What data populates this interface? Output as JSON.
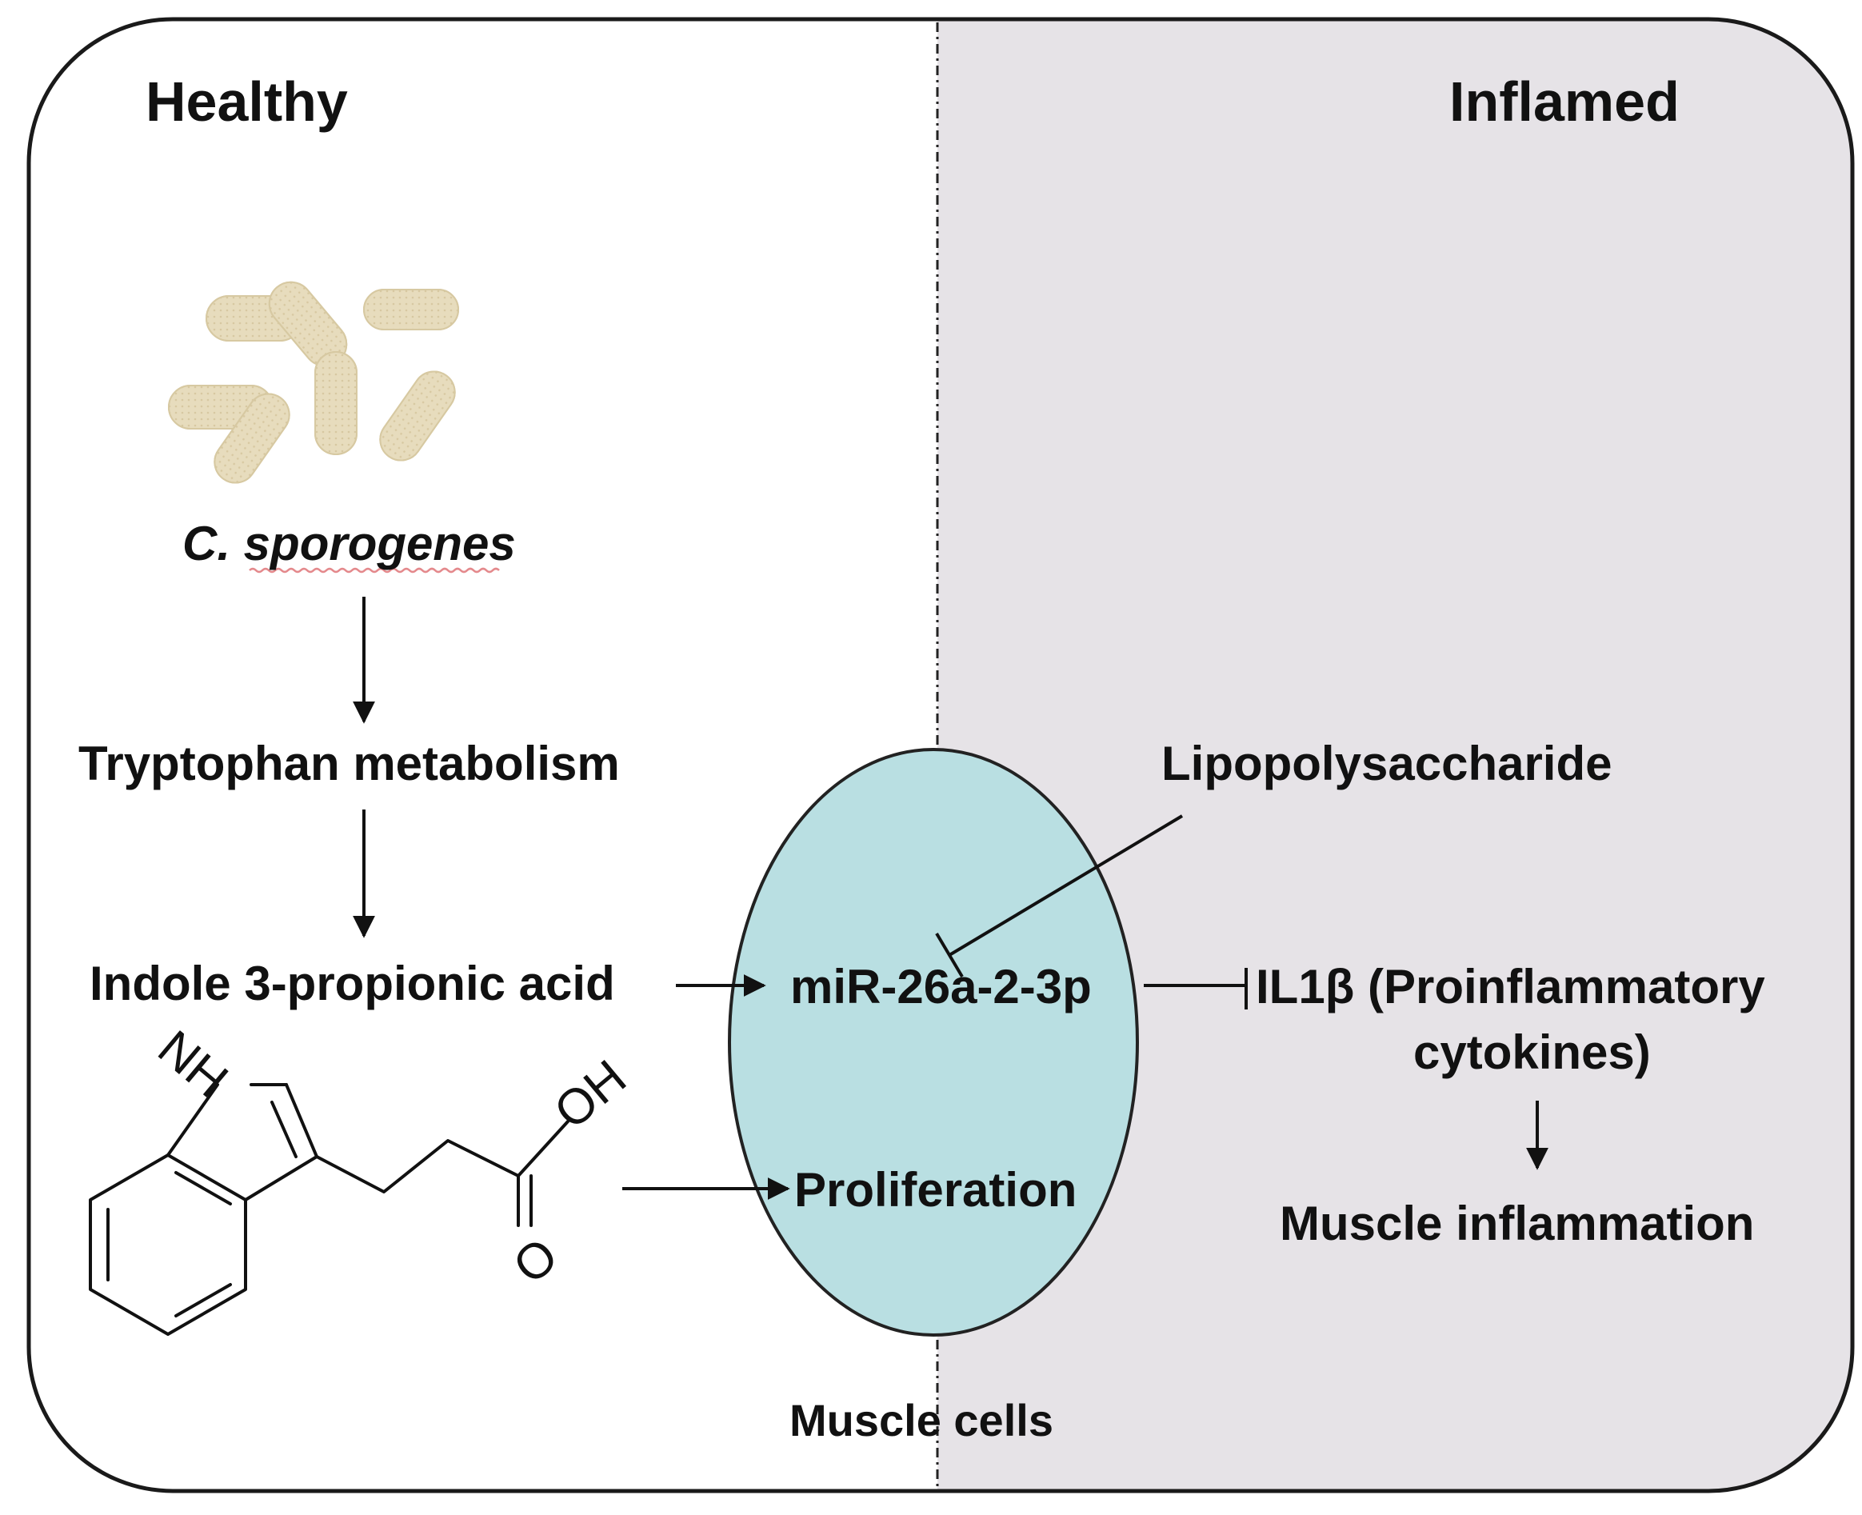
{
  "panels": {
    "healthy_title": "Healthy",
    "inflamed_title": "Inflamed"
  },
  "nodes": {
    "bacteria": "C. sporogenes",
    "tryptophan": "Tryptophan metabolism",
    "ipa": "Indole 3-propionic acid",
    "mirna": "miR-26a-2-3p",
    "proliferation": "Proliferation",
    "lps": "Lipopolysaccharide",
    "il1b_line1": "IL1β (Proinflammatory",
    "il1b_line2": "cytokines)",
    "muscle_inflammation": "Muscle inflammation",
    "muscle_cells": "Muscle cells"
  },
  "molecule": {
    "atom_nh": "NH",
    "atom_oh": "OH",
    "atom_o": "O"
  },
  "colors": {
    "frame_stroke": "#1a1a1a",
    "inflamed_fill": "#e6e3e7",
    "cell_fill": "#b9dfe2",
    "cell_stroke": "#222222",
    "bacteria_fill": "#e7dcbd",
    "bacteria_stroke": "#d7c9a2",
    "text": "#111111"
  }
}
